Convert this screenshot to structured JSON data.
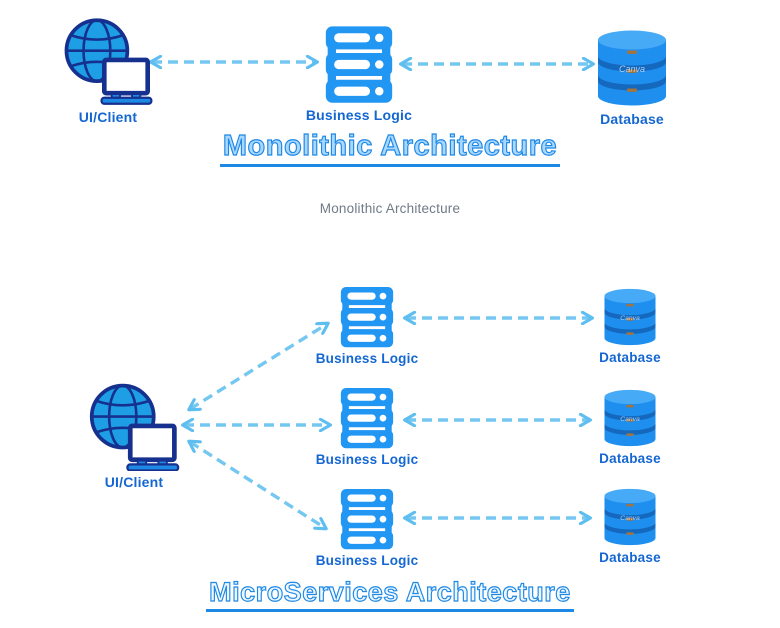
{
  "monolithic": {
    "title": "Monolithic Architecture",
    "caption": "Monolithic Architecture",
    "client_label": "UI/Client",
    "logic_label": "Business Logic",
    "db_label": "Database"
  },
  "microservices": {
    "title": "MicroServices Architecture",
    "client_label": "UI/Client",
    "services": [
      {
        "logic_label": "Business Logic",
        "db_label": "Database"
      },
      {
        "logic_label": "Business Logic",
        "db_label": "Database"
      },
      {
        "logic_label": "Business Logic",
        "db_label": "Database"
      }
    ]
  },
  "watermark": "Canva",
  "colors": {
    "icon_blue": "#2196F3",
    "globe_blue": "#1E9FE5",
    "navy_outline": "#16308F",
    "arrow_blue": "#74C7F1",
    "label_blue": "#1467D2",
    "title_stroke_blue": "#1E88E5",
    "title_fill_monolithic": "#A9D8FF",
    "title_fill_microservices": "#EDF7FF",
    "caption_gray": "#6F7B87",
    "db_band_blue": "#1468BE",
    "db_top_blue": "#47AAF7"
  }
}
